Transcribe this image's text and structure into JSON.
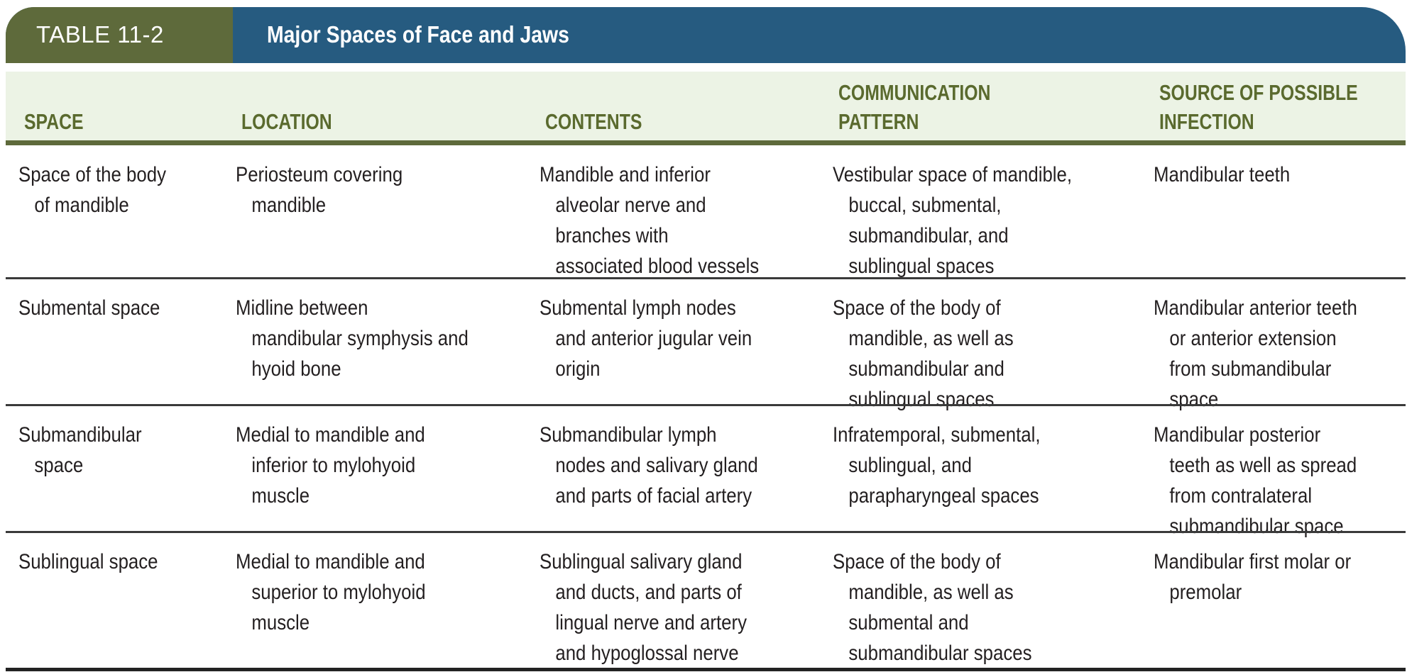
{
  "table": {
    "number": "TABLE 11-2",
    "title": "Major Spaces of Face and Jaws",
    "headers": [
      [
        "SPACE"
      ],
      [
        "LOCATION"
      ],
      [
        "CONTENTS"
      ],
      [
        "COMMUNICATION",
        "PATTERN"
      ],
      [
        "SOURCE OF POSSIBLE",
        "INFECTION"
      ]
    ],
    "rows": [
      [
        [
          "Space of the body",
          "of mandible"
        ],
        [
          "Periosteum covering",
          "mandible"
        ],
        [
          "Mandible and inferior",
          "alveolar nerve and",
          "branches with",
          "associated blood vessels"
        ],
        [
          "Vestibular space of mandible,",
          "buccal, submental,",
          "submandibular, and",
          "sublingual spaces"
        ],
        [
          "Mandibular teeth"
        ]
      ],
      [
        [
          "Submental space"
        ],
        [
          "Midline between",
          "mandibular symphysis and",
          "hyoid bone"
        ],
        [
          "Submental lymph nodes",
          "and anterior jugular vein",
          "origin"
        ],
        [
          "Space of the body of",
          "mandible, as well as",
          "submandibular and",
          "sublingual spaces"
        ],
        [
          "Mandibular anterior teeth",
          "or anterior extension",
          "from submandibular",
          "space"
        ]
      ],
      [
        [
          "Submandibular",
          "space"
        ],
        [
          "Medial to mandible and",
          "inferior to mylohyoid",
          "muscle"
        ],
        [
          "Submandibular lymph",
          "nodes and salivary gland",
          "and parts of facial artery"
        ],
        [
          "Infratemporal, submental,",
          "sublingual, and",
          "parapharyngeal spaces"
        ],
        [
          "Mandibular posterior",
          "teeth as well as spread",
          "from contralateral",
          "submandibular space"
        ]
      ],
      [
        [
          "Sublingual space"
        ],
        [
          "Medial to mandible and",
          "superior to mylohyoid",
          "muscle"
        ],
        [
          "Sublingual salivary gland",
          "and ducts, and parts of",
          "lingual nerve and artery",
          "and hypoglossal nerve"
        ],
        [
          "Space of the body of",
          "mandible, as well as",
          "submental and",
          "submandibular spaces"
        ],
        [
          "Mandibular first molar or",
          "premolar"
        ]
      ]
    ],
    "colors": {
      "band": "#265b80",
      "tag": "#5e6a3b",
      "header_bg": "#ecf3e5",
      "header_text": "#5a6a2e"
    }
  }
}
